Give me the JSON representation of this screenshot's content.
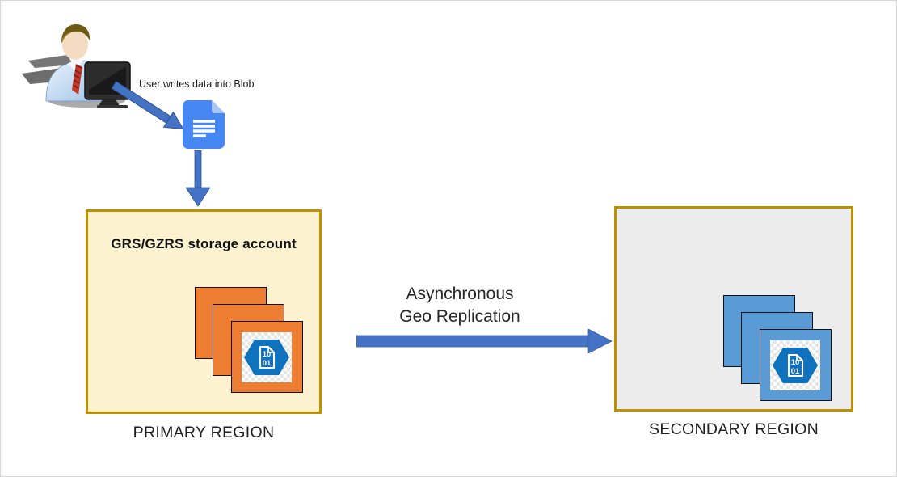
{
  "user_flow": {
    "caption": "User writes data into Blob"
  },
  "primary_region": {
    "title": "GRS/GZRS storage account",
    "label": "PRIMARY REGION",
    "box_fill": "#FCF2CF",
    "box_border": "#BF9000",
    "disk_color": "#ED7D31"
  },
  "secondary_region": {
    "label": "SECONDARY REGION",
    "box_fill": "#ECECEC",
    "box_border": "#BF9000",
    "disk_color": "#5B9BD5"
  },
  "replication": {
    "label_line1": "Asynchronous",
    "label_line2": "Geo Replication",
    "arrow_color": "#4472C4"
  },
  "blob_icon": {
    "line1": "10",
    "line2": "01",
    "hex_color": "#1072BC"
  },
  "doc_icon": {
    "body_color": "#4687F4",
    "fold_color": "#A9C6FA"
  }
}
